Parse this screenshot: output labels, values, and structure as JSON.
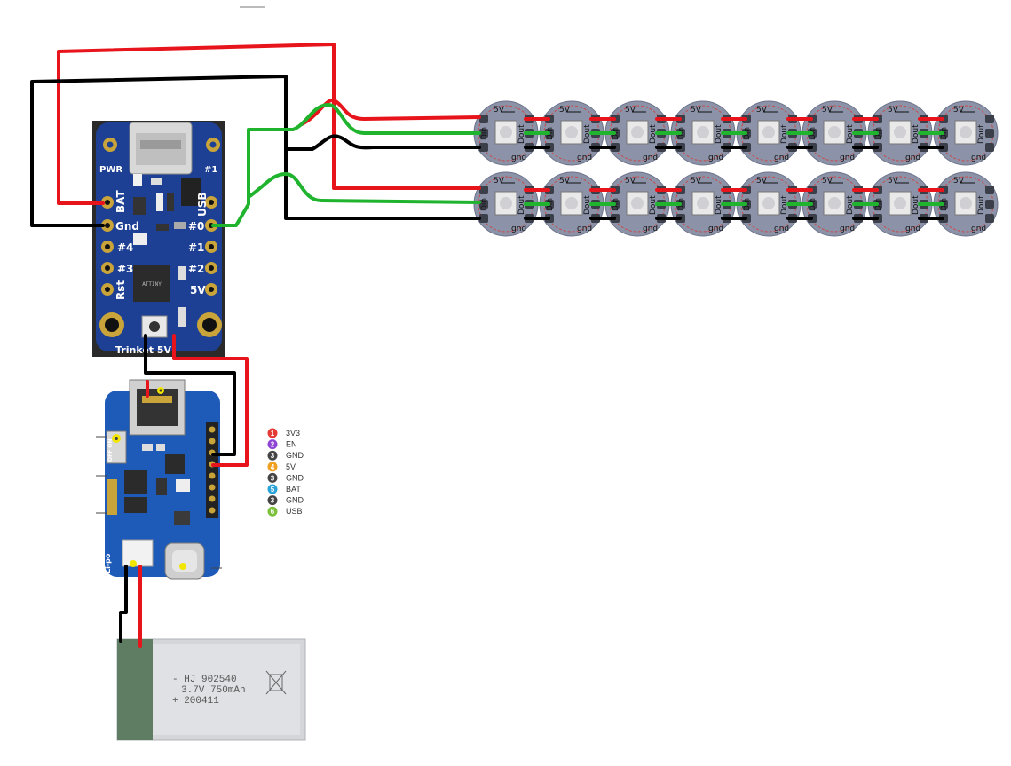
{
  "colors": {
    "wire_red": "#e8141b",
    "wire_black": "#000000",
    "wire_green": "#1fb32e",
    "board_blue": "#1d3f94",
    "charger_blue": "#1e5bb8",
    "pcb_pad": "#c9a43a",
    "led_ring": "#8c93a8",
    "battery": "#cfd2d6"
  },
  "trinket": {
    "pin_labels": {
      "pwr": "PWR",
      "num1_top": "#1",
      "bat": "BAT",
      "gnd": "Gnd",
      "usb": "USB",
      "num0": "#0",
      "num4": "#4",
      "num1": "#1",
      "num3": "#3",
      "num2": "#2",
      "rst": "Rst",
      "v5": "5V"
    },
    "name": "Trinket 5V",
    "chip_marking": "ATTINY"
  },
  "led": {
    "pad_5v": "5V",
    "pad_din": "Din",
    "pad_dout": "Dout",
    "pad_gnd": "gnd"
  },
  "charger": {
    "switch_label": "OFF ON",
    "lipo_label": "Li-po",
    "legend": [
      {
        "num": "1",
        "label": "3V3",
        "color": "#e53935"
      },
      {
        "num": "2",
        "label": "EN",
        "color": "#8e44d4"
      },
      {
        "num": "3",
        "label": "GND",
        "color": "#444444"
      },
      {
        "num": "4",
        "label": "5V",
        "color": "#f0a020"
      },
      {
        "num": "3",
        "label": "GND",
        "color": "#444444"
      },
      {
        "num": "5",
        "label": "BAT",
        "color": "#29a3d8"
      },
      {
        "num": "3",
        "label": "GND",
        "color": "#444444"
      },
      {
        "num": "6",
        "label": "USB",
        "color": "#7cbf3a"
      }
    ]
  },
  "battery": {
    "line1": "- HJ 902540",
    "line2": "3.7V 750mAh",
    "line3": "+ 200411"
  }
}
